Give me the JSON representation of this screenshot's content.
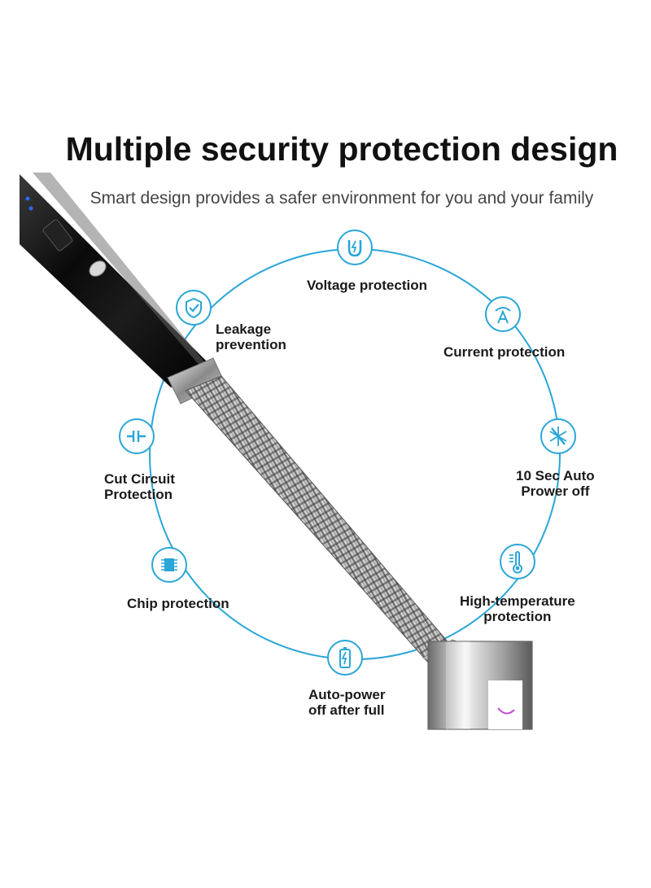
{
  "header": {
    "title": "Multiple security protection design",
    "subtitle": "Smart design provides a safer environment for you and your family"
  },
  "features": [
    {
      "id": "voltage",
      "label": "Voltage protection",
      "icon": "voltage-u-icon"
    },
    {
      "id": "leakage",
      "label": "Leakage\nprevention",
      "icon": "shield-check-icon"
    },
    {
      "id": "current",
      "label": "Current protection",
      "icon": "current-a-icon"
    },
    {
      "id": "cut-circuit",
      "label": "Cut Circuit\nProtection",
      "icon": "capacitor-icon"
    },
    {
      "id": "auto-off",
      "label": "10 Sec Auto\nPrower off",
      "icon": "no-spark-icon"
    },
    {
      "id": "chip",
      "label": "Chip protection",
      "icon": "chip-icon"
    },
    {
      "id": "high-temp",
      "label": "High-temperature\nprotection",
      "icon": "thermometer-icon"
    },
    {
      "id": "battery",
      "label": "Auto-power\noff after full",
      "icon": "battery-bolt-icon"
    }
  ],
  "colors": {
    "accent": "#2aa6d8",
    "text": "#111111",
    "subtext": "#444444"
  }
}
